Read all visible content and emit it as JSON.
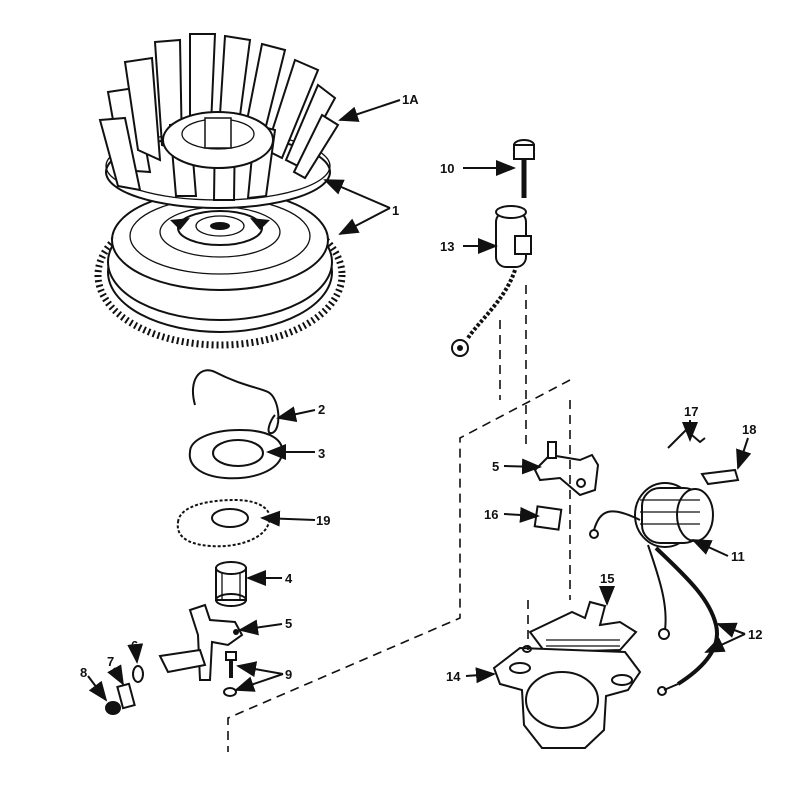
{
  "labels": {
    "p1a": "1A",
    "p1": "1",
    "p2": "2",
    "p3": "3",
    "p19": "19",
    "p4": "4",
    "p5a": "5",
    "p9": "9",
    "p6": "6",
    "p7": "7",
    "p8": "8",
    "p10": "10",
    "p13": "13",
    "p5b": "5",
    "p16": "16",
    "p17": "17",
    "p18": "18",
    "p11": "11",
    "p15": "15",
    "p12": "12",
    "p14": "14"
  }
}
